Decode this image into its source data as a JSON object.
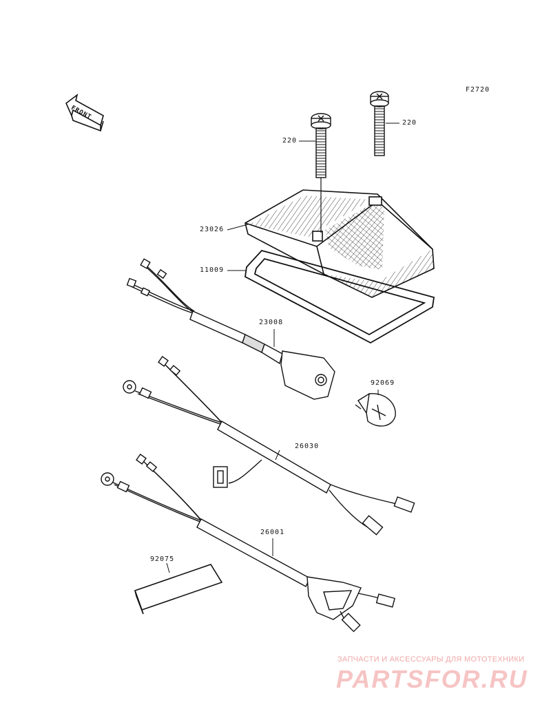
{
  "diagram_code": "F2720",
  "front_label": "FRONT",
  "parts": {
    "bolt_1": "220",
    "bolt_2": "220",
    "lens": "23026",
    "gasket": "11009",
    "socket": "23008",
    "bulb": "92069",
    "harness_upper": "26030",
    "harness_lower": "26001",
    "pad": "92075"
  },
  "watermark": {
    "caption": "ЗАПЧАСТИ И АКСЕССУАРЫ ДЛЯ МОТОТЕХНИКИ",
    "brand": "PARTSFOR.RU"
  },
  "colors": {
    "line": "#111111",
    "watermark": "#f0a8a8"
  }
}
